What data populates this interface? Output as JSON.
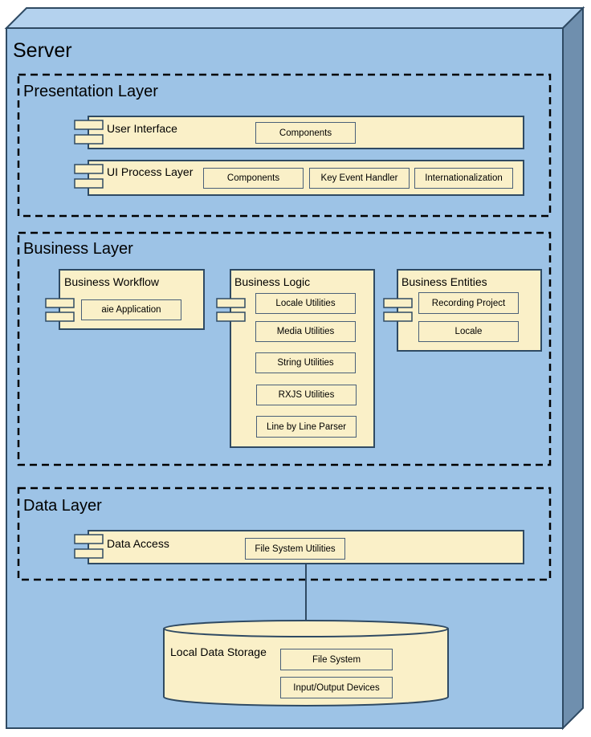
{
  "node": {
    "title": "Server"
  },
  "presentation": {
    "title": "Presentation Layer",
    "user_interface": {
      "title": "User Interface",
      "components": [
        "Components"
      ]
    },
    "ui_process": {
      "title": "UI Process Layer",
      "components": [
        "Components",
        "Key Event Handler",
        "Internationalization"
      ]
    }
  },
  "business": {
    "title": "Business Layer",
    "workflow": {
      "title": "Business Workflow",
      "components": [
        "aie Application"
      ]
    },
    "logic": {
      "title": "Business Logic",
      "components": [
        "Locale Utilities",
        "Media Utilities",
        "String Utilities",
        "RXJS Utilities",
        "Line by Line Parser"
      ]
    },
    "entities": {
      "title": "Business Entities",
      "components": [
        "Recording Project",
        "Locale"
      ]
    }
  },
  "data_layer": {
    "title": "Data Layer",
    "access": {
      "title": "Data Access",
      "components": [
        "File System Utilities"
      ]
    }
  },
  "storage": {
    "title": "Local Data Storage",
    "components": [
      "File System",
      "Input/Output Devices"
    ]
  },
  "colors": {
    "node_face": "#9dc3e6",
    "node_top": "#b4d2ee",
    "node_side": "#6f8fae",
    "component_fill": "#faf0c8",
    "border": "#2f4a63"
  }
}
